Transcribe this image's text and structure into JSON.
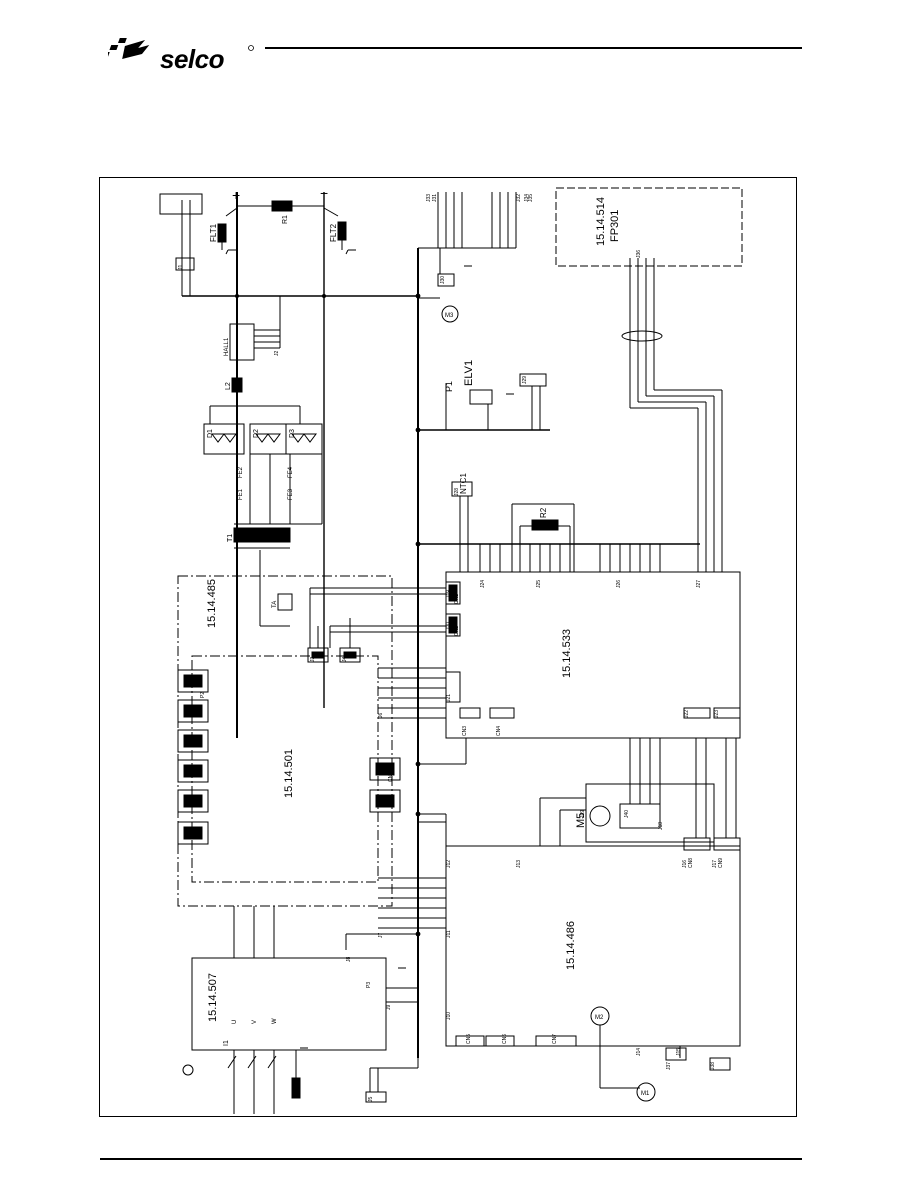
{
  "header": {
    "brand": "selco"
  },
  "schematic": {
    "boards": {
      "b507": "15.14.507",
      "b486": "15.14.486",
      "b501": "15.14.501",
      "b485": "15.14.485",
      "b533": "15.14.533",
      "b514": "15.14.514",
      "fp301": "FP301"
    },
    "components": {
      "r1": "R1",
      "r2": "R2",
      "flt1": "FLT1",
      "flt2": "FLT2",
      "t1": "T1",
      "l2": "L2",
      "p1": "P1",
      "elv1": "ELV1",
      "ntc1": "NTC1",
      "m1": "M1",
      "m2": "M2",
      "m3": "M3",
      "m5": "M5",
      "i1": "I1",
      "hall": "HALL1",
      "ta": "TA",
      "d1": "D1",
      "d2": "D2",
      "d3": "D3",
      "fe1": "FE1",
      "fe2": "FE2",
      "fe3": "FE3",
      "fe4": "FE4",
      "plus": "+",
      "minus": "−",
      "u": "U",
      "v1": "V",
      "w": "W"
    },
    "connectors": {
      "cn1": "CN1",
      "cn2": "CN2",
      "cn3": "CN3",
      "cn4": "CN4",
      "cn5": "CN5",
      "cn6": "CN6",
      "cn7": "CN7",
      "cn8": "CN8",
      "cn9": "CN9",
      "cn10": "CN10",
      "j1": "J1",
      "j2": "J2",
      "j3": "J3",
      "j4": "J4",
      "j5": "J5",
      "j6": "J6",
      "j7": "J7",
      "j8": "J8",
      "j9": "J9",
      "j10": "J10",
      "j11": "J11",
      "j12": "J12",
      "j13": "J13",
      "j14": "J14",
      "j15": "J15",
      "j16": "J16",
      "j17": "J17",
      "j18": "J18",
      "j19": "J19",
      "j20": "J20",
      "j21": "J21",
      "j22": "J22",
      "j23": "J23",
      "j24": "J24",
      "j25": "J25",
      "j26": "J26",
      "j27": "J27",
      "j28": "J28",
      "j29": "J29",
      "j30": "J30",
      "j31": "J31",
      "j32": "J32",
      "j33": "J33",
      "j34": "J34",
      "j35": "J35",
      "j36": "J36",
      "j37": "J37",
      "j38": "J38",
      "j39": "J39",
      "j40": "J40",
      "p2": "P2",
      "p3": "P3"
    }
  }
}
